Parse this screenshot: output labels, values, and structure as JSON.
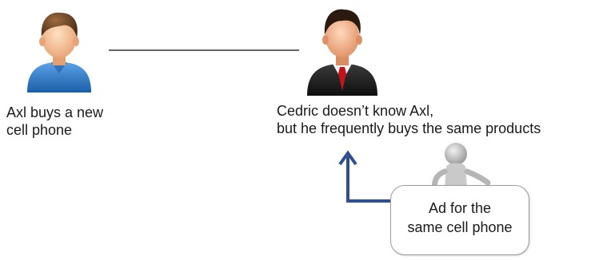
{
  "people": {
    "axl": {
      "caption_line1": "Axl buys a new",
      "caption_line2": "cell phone",
      "icon": "person-casual-icon",
      "shirt_color": "#2b78c2"
    },
    "cedric": {
      "caption_line1": "Cedric doesn’t know Axl,",
      "caption_line2": "but he frequently buys the same products",
      "icon": "person-suit-icon",
      "tie_color": "#c2121a"
    }
  },
  "ad": {
    "line1": "Ad for the",
    "line2": "same cell phone",
    "icon": "stick-figure-sign-icon"
  },
  "arrow": {
    "color": "#2f4f8f",
    "icon": "up-arrow-icon"
  }
}
